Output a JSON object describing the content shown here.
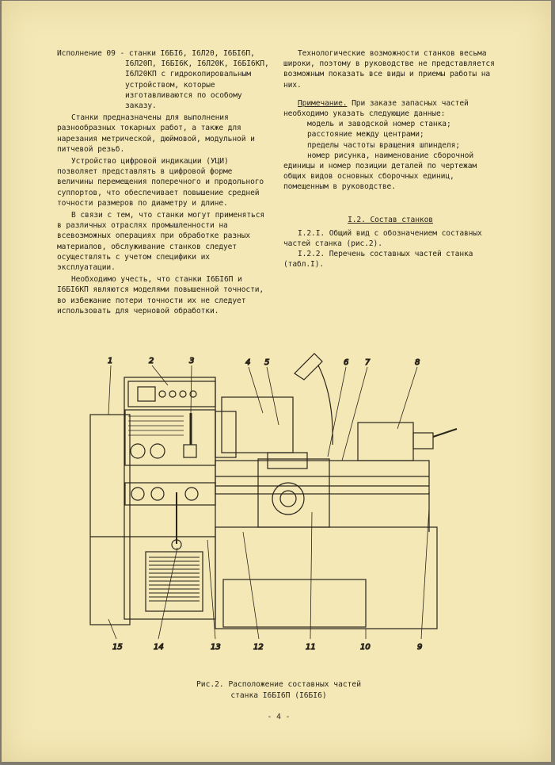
{
  "left_column": {
    "variant_text": "Исполнение 09 - станки I6БI6, I6Л20, I6БI6П, I6Л20П, I6БI6К, I6Л20К, I6БI6КП, I6Л20КП с гидрокопировальным устройством, которые изготавливаются по особому заказу.",
    "p1": "Станки предназначены для выполнения разнообразных токарных работ, а также для нарезания метрической, дюймовой, модульной и питчевой резьб.",
    "p2": "Устройство цифровой индикации (УЦИ) позволяет представлять в цифровой форме величины перемещения поперечного и продольного суппортов, что обеспечивает повышение средней точности размеров по диаметру и длине.",
    "p3": "В связи с тем, что станки могут применяться в различных отраслях промышленности на всевозможных операциях при обработке разных материалов, обслуживание станков следует осуществлять с учетом специфики их эксплуатации.",
    "p4": "Необходимо учесть, что станки I6БI6П и I6БI6КП являются моделями повышенной точности, во избежание потери точности их не следует использовать для черновой обработки."
  },
  "right_column": {
    "p1": "Технологические возможности станков весьма широки, поэтому в руководстве не представляется возможным показать все виды и приемы работы на них.",
    "note_label": "Примечание.",
    "note_text": "При заказе запасных частей необходимо указать следующие данные:",
    "list": [
      "модель и заводской номер станка;",
      "расстояние между центрами;",
      "пределы частоты вращения шпинделя;",
      "номер рисунка, наименование сборочной единицы и номер позиции деталей по чертежам общих видов основных сборочных единиц, помещенным в руководстве."
    ],
    "section_title": "I.2. Состав станков",
    "s1": "I.2.I. Общий вид с обозначением составных частей станка (рис.2).",
    "s2": "I.2.2. Перечень составных частей станка (табл.I)."
  },
  "figure": {
    "callouts": [
      "1",
      "2",
      "3",
      "4",
      "5",
      "6",
      "7",
      "8",
      "9",
      "10",
      "11",
      "12",
      "13",
      "14",
      "15"
    ],
    "caption_line1": "Рис.2. Расположение составных частей",
    "caption_line2": "станка I6БI6П (I6БI6)"
  },
  "page_number": "- 4 -"
}
